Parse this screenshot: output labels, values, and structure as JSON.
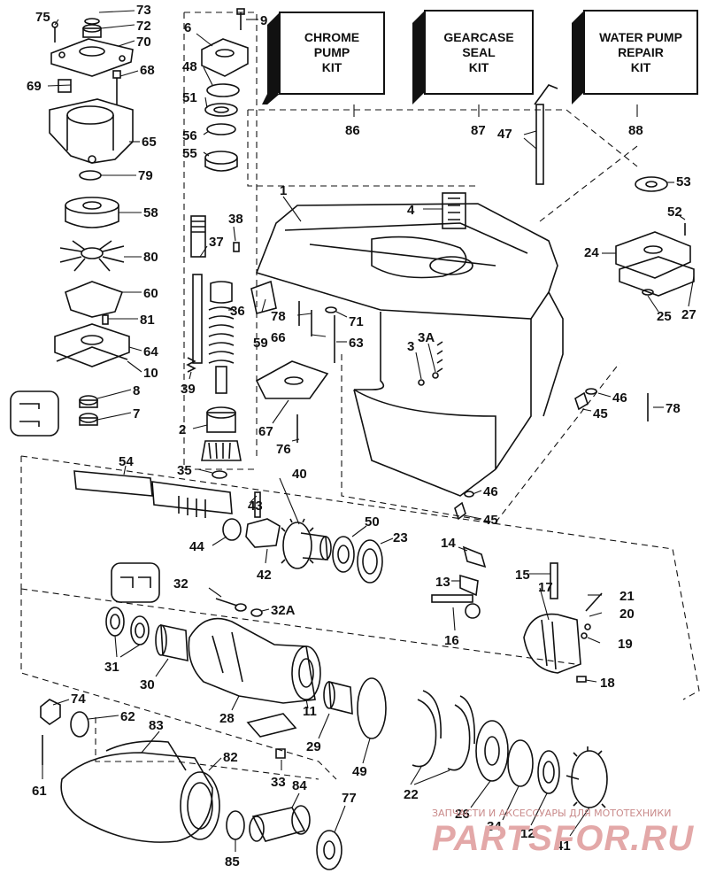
{
  "kits": [
    {
      "id": "chrome",
      "lines": [
        "CHROME",
        "PUMP",
        "KIT"
      ],
      "number": "86"
    },
    {
      "id": "gearcase",
      "lines": [
        "GEARCASE",
        "SEAL",
        "KIT"
      ],
      "number": "87"
    },
    {
      "id": "waterpump",
      "lines": [
        "WATER PUMP",
        "REPAIR",
        "KIT"
      ],
      "number": "88"
    }
  ],
  "labels": {
    "p1": "1",
    "p2": "2",
    "p3": "3",
    "p3a": "3A",
    "p4": "4",
    "p6": "6",
    "p7": "7",
    "p8": "8",
    "p9": "9",
    "p10": "10",
    "p11": "11",
    "p12": "12",
    "p13": "13",
    "p14": "14",
    "p15": "15",
    "p16": "16",
    "p17": "17",
    "p18": "18",
    "p19": "19",
    "p20": "20",
    "p21": "21",
    "p22": "22",
    "p23": "23",
    "p24": "24",
    "p25": "25",
    "p26": "26",
    "p27": "27",
    "p28": "28",
    "p29": "29",
    "p30": "30",
    "p31": "31",
    "p32": "32",
    "p32a": "32A",
    "p33": "33",
    "p34": "34",
    "p35": "35",
    "p36": "36",
    "p37": "37",
    "p38": "38",
    "p39": "39",
    "p40": "40",
    "p41": "41",
    "p42": "42",
    "p43": "43",
    "p44": "44",
    "p45a": "45",
    "p45b": "45",
    "p46a": "46",
    "p46b": "46",
    "p47": "47",
    "p48": "48",
    "p49": "49",
    "p50": "50",
    "p51": "51",
    "p52": "52",
    "p53": "53",
    "p54": "54",
    "p55": "55",
    "p56": "56",
    "p58": "58",
    "p59": "59",
    "p60": "60",
    "p61": "61",
    "p62": "62",
    "p63": "63",
    "p64": "64",
    "p65": "65",
    "p66": "66",
    "p67": "67",
    "p68": "68",
    "p69": "69",
    "p70": "70",
    "p71": "71",
    "p72": "72",
    "p73": "73",
    "p74": "74",
    "p75": "75",
    "p76": "76",
    "p77": "77",
    "p78a": "78",
    "p78b": "78",
    "p79": "79",
    "p80": "80",
    "p81": "81",
    "p82": "82",
    "p83": "83",
    "p84": "84",
    "p85": "85"
  },
  "watermark": {
    "caption": "ЗАПЧАСТИ И АКСЕССУАРЫ ДЛЯ МОТОТЕХНИКИ",
    "logo": "PARTSFOR.RU"
  },
  "colors": {
    "ink": "#111111",
    "watermark": "#e3a8a8"
  }
}
